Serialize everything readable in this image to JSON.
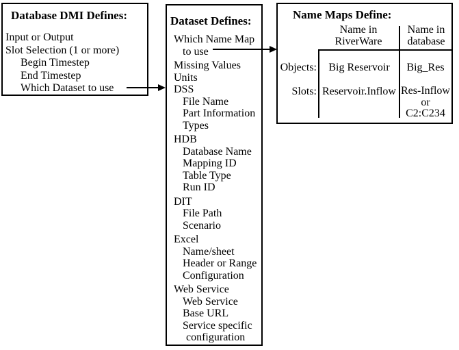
{
  "page": {
    "background_color": "#ffffff",
    "text_color": "#000000",
    "border_color": "#000000"
  },
  "left_box": {
    "title": "Database DMI Defines:",
    "items": [
      {
        "label": "Input or Output",
        "indent": 0
      },
      {
        "label": "Slot Selection (1 or more)",
        "indent": 0
      },
      {
        "label": "Begin Timestep",
        "indent": 1
      },
      {
        "label": "End Timestep",
        "indent": 1
      },
      {
        "label": "Which Dataset to use",
        "indent": 1
      }
    ]
  },
  "middle_box": {
    "title": "Dataset Defines:",
    "items": [
      {
        "label": "Which Name Map",
        "indent": 0
      },
      {
        "label": "to use",
        "indent": 1
      },
      {
        "label": "Missing Values",
        "indent": 0
      },
      {
        "label": "Units",
        "indent": 0
      },
      {
        "label": "DSS",
        "indent": 0
      },
      {
        "label": "File Name",
        "indent": 1
      },
      {
        "label": "Part Information",
        "indent": 1
      },
      {
        "label": "Types",
        "indent": 1
      },
      {
        "label": "HDB",
        "indent": 0
      },
      {
        "label": "Database Name",
        "indent": 1
      },
      {
        "label": "Mapping ID",
        "indent": 1
      },
      {
        "label": "Table Type",
        "indent": 1
      },
      {
        "label": "Run ID",
        "indent": 1
      },
      {
        "label": "DIT",
        "indent": 0
      },
      {
        "label": "File Path",
        "indent": 1
      },
      {
        "label": "Scenario",
        "indent": 1
      },
      {
        "label": "Excel",
        "indent": 0
      },
      {
        "label": "Name/sheet",
        "indent": 1
      },
      {
        "label": "Header or Range",
        "indent": 1
      },
      {
        "label": "Configuration",
        "indent": 1
      },
      {
        "label": "Web Service",
        "indent": 0
      },
      {
        "label": "Web Service",
        "indent": 1
      },
      {
        "label": "Base URL",
        "indent": 1
      },
      {
        "label": "Service specific",
        "indent": 1
      },
      {
        "label": "configuration",
        "indent": 2
      }
    ]
  },
  "right_box": {
    "title": "Name Maps Define:",
    "table": {
      "columns": [
        {
          "line1": "Name in",
          "line2": "RiverWare"
        },
        {
          "line1": "Name in",
          "line2": "database"
        }
      ],
      "rows": [
        {
          "label": "Objects:",
          "riverware": "Big Reservoir",
          "database_lines": [
            "Big_Res"
          ]
        },
        {
          "label": "Slots:",
          "riverware": "Reservoir.Inflow",
          "database_lines": [
            "Res-Inflow",
            "or",
            "C2:C234"
          ]
        }
      ]
    }
  },
  "connectors": {
    "dataset_arrow_from": "Which Dataset to use",
    "namemap_arrow_from": "to use"
  }
}
